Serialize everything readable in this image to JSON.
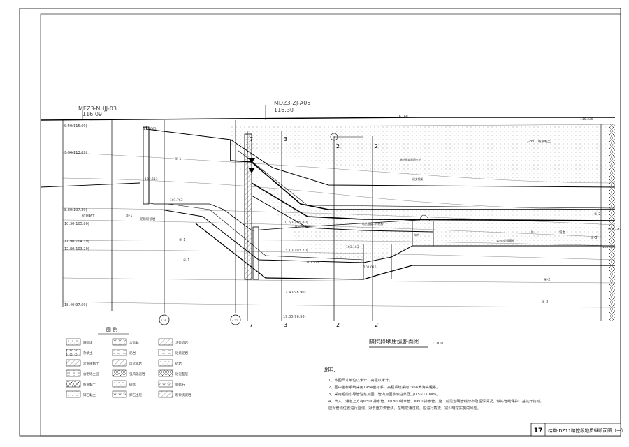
{
  "boreholes": [
    {
      "id": "MEZ3-NHJJ-03",
      "elev": "116.09"
    },
    {
      "id": "MDZ3-ZJ-A05",
      "elev": "116.30"
    }
  ],
  "depth_labels": [
    "0.40(115.69)",
    "3.00(113.09)",
    "8.80(107.29)",
    "10.30(105.80)",
    "11.90(104.19)",
    "12.80(103.29)",
    "18.40(97.69)",
    "10.50(105.80)",
    "13.10(103.20)",
    "17.40(98.90)",
    "19.80(96.50)"
  ],
  "elevations": [
    "114.963",
    "109.613",
    "101.763",
    "103.163",
    "101.513",
    "101.015",
    "103.332",
    "116.160",
    "116.330"
  ],
  "section_marks": [
    "7",
    "3",
    "2",
    "2'"
  ],
  "axis_marks": [
    "4-28",
    "4-27"
  ],
  "stratum_codes": [
    "Q₄ml",
    "①-1",
    "②-1",
    "②-2",
    "②-3",
    "③-1",
    "④-1",
    "④-2",
    "③-2"
  ],
  "layer_notes": [
    "粉质黏土",
    "砂质黏土",
    "泥岩",
    "泥质粉砂岩",
    "N",
    "N=74.00",
    "D2 N=42"
  ],
  "design_notes": [
    "暗挖隧道初期支护",
    "初支钢架",
    "暗挖隧道二衬结构",
    "仰拱",
    "12.50地面高程"
  ],
  "legend": {
    "title": "图 例",
    "items": [
      "圆砾填土",
      "杂填土",
      "淤泥质黏土",
      "含粗砾土层",
      "粉质黏土",
      "碎石黏土",
      "含砾黏土",
      "泥岩",
      "风化泥岩",
      "强风化泥岩",
      "砂砾",
      "卵石土层",
      "含砂砾岩",
      "砂质泥岩",
      "砂岩",
      "砂泥互层",
      "卵砾石",
      "粉砂质泥岩"
    ]
  },
  "drawing_title": "暗挖段地质纵断面图",
  "scale": "1:100",
  "notes": {
    "title": "说明:",
    "items": [
      "1、本图尺寸单位以米计，高程以米计。",
      "2、图中坐标系统采用1954坐标系，高程系统采用1956黄海高程系。",
      "3、采用超前小导管注浆加固，管内加固浆液注浆压力0.5~1.0MPa。",
      "4、出入口通道上方有Φ500排水管、Φ1800排水管、Φ600排水管，施工前需查明管线分布及埋深情况，做好管线保护，基坑开挖时，应对管线位置进行监测，对于重力流管线，在暗挖通过前，应进行截流，减少暗挖实施的风险。"
    ]
  },
  "title_block": {
    "number": "17",
    "text": "结构-DZ11暗挖段地质纵断面图（一）"
  }
}
